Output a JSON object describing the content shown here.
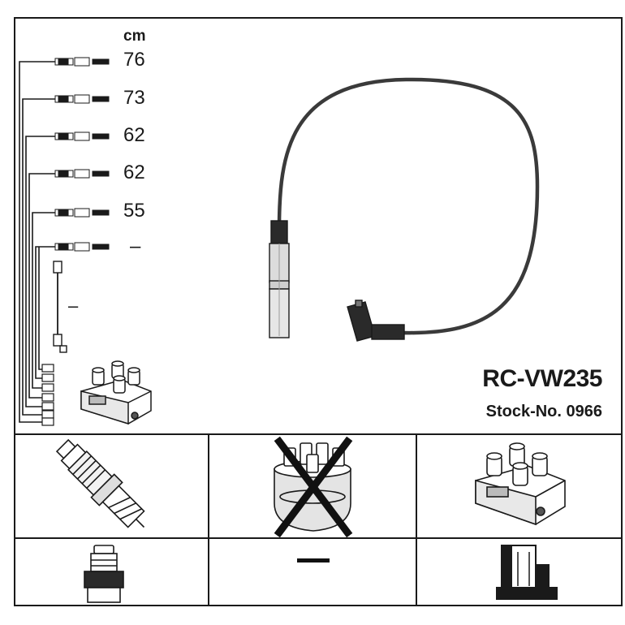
{
  "header": {
    "unit": "cm",
    "lengths": [
      "76",
      "73",
      "62",
      "62",
      "55",
      "–"
    ],
    "middle_marker": "–"
  },
  "product": {
    "model": "RC-VW235",
    "stock": "Stock-No. 0966"
  },
  "table": {
    "row1": [
      "spark-plug",
      "distributor-cap-crossed",
      "ignition-coil"
    ],
    "row2": [
      "plug-connector",
      "none",
      "coil-connector"
    ],
    "row2_dash": "—"
  },
  "colors": {
    "line": "#1a1a1a",
    "cable": "#3a3a3a",
    "cross": "#111111"
  }
}
